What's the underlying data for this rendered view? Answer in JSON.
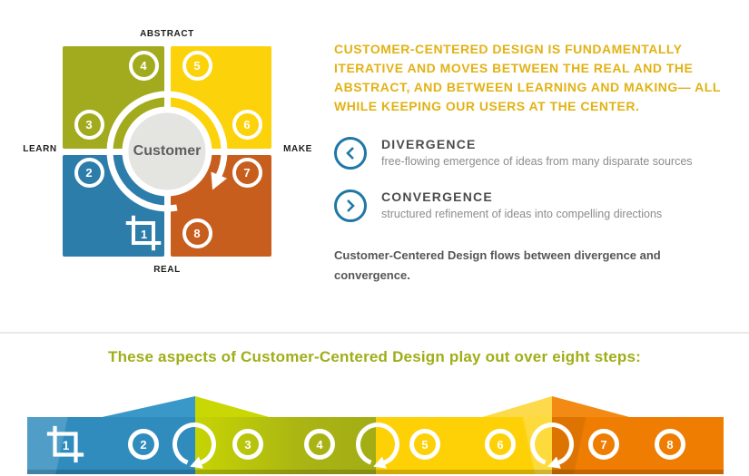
{
  "diagram": {
    "axis_top": "ABSTRACT",
    "axis_bottom": "REAL",
    "axis_left": "LEARN",
    "axis_right": "MAKE",
    "center_label": "Customer"
  },
  "step_numbers": [
    "1",
    "2",
    "3",
    "4",
    "5",
    "6",
    "7",
    "8"
  ],
  "intro": {
    "headline": "CUSTOMER-CENTERED DESIGN IS FUNDAMENTALLY ITERATIVE AND MOVES BETWEEN THE REAL AND THE ABSTRACT, AND BETWEEN LEARNING AND MAKING— ALL WHILE KEEPING OUR USERS AT THE CENTER.",
    "divergence": {
      "title": "DIVERGENCE",
      "description": "free-flowing emergence of ideas from many disparate sources"
    },
    "convergence": {
      "title": "CONVERGENCE",
      "description": "structured refinement of ideas into compelling directions"
    },
    "statement": "Customer-Centered Design flows between divergence and convergence."
  },
  "steps_heading": "These aspects of Customer-Centered Design play out over eight steps:",
  "colors": {
    "quadrant_learn_abstract": "#a2ab1e",
    "quadrant_make_abstract": "#fcd20a",
    "quadrant_learn_real": "#2d7dab",
    "quadrant_make_real": "#c85e1e",
    "accent_gold": "#e2b215",
    "accent_green": "#9fae17",
    "accent_blue": "#2077a6",
    "band_blue": "#2f8cbd",
    "band_green": "#aab414",
    "band_yellow": "#fdd106",
    "band_orange": "#ee7d02"
  }
}
